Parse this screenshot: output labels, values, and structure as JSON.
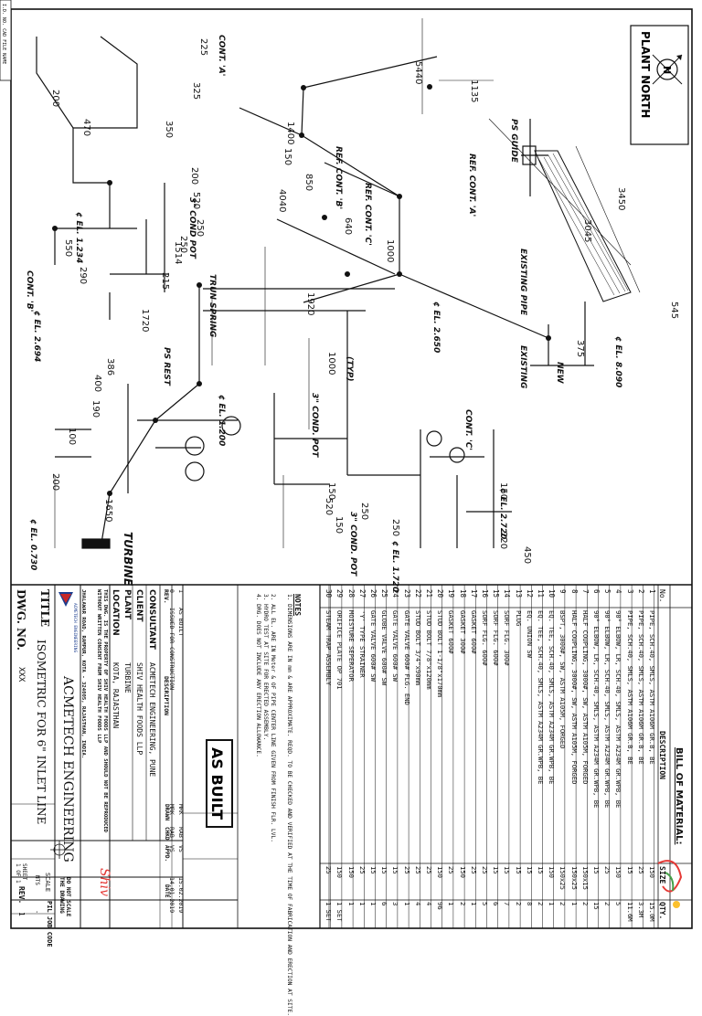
{
  "corner_label": "I.D. NO.   CAD FILE NAME",
  "north": {
    "label": "PLANT NORTH",
    "symbol": "N"
  },
  "iso_labels": {
    "cont_a_top": "CONT. 'A'",
    "cont_b": "CONT. 'B'",
    "cont_c": "CONT. 'C'",
    "ref_cont_a": "REF. CONT. 'A'",
    "ref_cont_b": "REF. CONT. 'B'",
    "ref_cont_c": "REF. CONT. 'C'",
    "ps_guide": "PS GUIDE",
    "existing_pipe": "EXISTING PIPE",
    "existing": "EXISTING",
    "new": "NEW",
    "trun_spring": "TRUN SPRING",
    "ps_rest": "PS REST",
    "turbine": "TURBINE",
    "cond_pot_1": "3\" COND. POT",
    "cond_pot_2": "3\" COND. POT",
    "cond_pot_3": "3\" COND POT",
    "el_2650": "¢ EL. 2.650",
    "el_2694": "¢ EL. 2.694",
    "el_1234": "¢ EL. 1.234",
    "el_1200": "¢ EL. 1.200",
    "el_0730": "¢ EL. 0.730",
    "el_8090": "¢ EL. 8.090",
    "el_2720": "¢ EL. 2.720",
    "el_1720": "¢ EL. 1.720",
    "typ": "(TYP)"
  },
  "dimensions": [
    "225",
    "325",
    "200",
    "470",
    "350",
    "5440",
    "1135",
    "3450",
    "3045",
    "545",
    "375",
    "1400",
    "150",
    "850",
    "4040",
    "640",
    "1000",
    "1920",
    "200",
    "520",
    "250",
    "1514",
    "550",
    "290",
    "215",
    "250",
    "1720",
    "400",
    "386",
    "190",
    "100",
    "200",
    "1000",
    "150",
    "520",
    "150",
    "250",
    "250",
    "220",
    "450",
    "150",
    "1650"
  ],
  "bom": {
    "title": "BILL OF MATERIAL:",
    "headers": {
      "no": "No.",
      "description": "DESCRIPTION",
      "size": "SIZE",
      "qty": "QTY."
    },
    "rows": [
      {
        "no": "1",
        "description": "PIPE, SCH.40, SMLS, ASTM A106M GR.B, BE",
        "size": "150",
        "qty": "15.0M"
      },
      {
        "no": "2",
        "description": "PIPE, SCH.40, SMLS, ASTM A106M GR.B, BE",
        "size": "25",
        "qty": "3.3M"
      },
      {
        "no": "3",
        "description": "PIPE, SCH.40, SMLS, ASTM A106M GR.B, BE",
        "size": "15",
        "qty": "11.6M"
      },
      {
        "no": "4",
        "description": "90° ELBOW, LR, SCH.40, SMLS, ASTM A234M GR.WPB, BE",
        "size": "150",
        "qty": "5"
      },
      {
        "no": "5",
        "description": "90° ELBOW, LR, SCH.40, SMLS, ASTM A234M GR.WPB, BE",
        "size": "25",
        "qty": "2"
      },
      {
        "no": "6",
        "description": "90° ELBOW, LR, SCH.40, SMLS, ASTM A234M GR.WPB, BE",
        "size": "15",
        "qty": "15"
      },
      {
        "no": "7",
        "description": "HALF COUPLING, 3000#, SW, ASTM A105M, FORGED",
        "size": "150x15",
        "qty": "2"
      },
      {
        "no": "8",
        "description": "HALF COUPLING, 3000#, SW, ASTM A105M, FORGED",
        "size": "150x25",
        "qty": "1"
      },
      {
        "no": "9",
        "description": "BSPT, 3000#, SW, ASTM A105M, FORGED",
        "size": "150x25",
        "qty": "2"
      },
      {
        "no": "10",
        "description": "EQ. TEE, SCH.40, SMLS, ASTM A234M GR.WPB, BE",
        "size": "150",
        "qty": "1"
      },
      {
        "no": "11",
        "description": "EQ. TEE, SCH.40, SMLS, ASTM A234M GR.WPB, BE",
        "size": "15",
        "qty": "2"
      },
      {
        "no": "12",
        "description": "EQ. UNION SW",
        "size": "15",
        "qty": "8"
      },
      {
        "no": "13",
        "description": "PLUG",
        "size": "15",
        "qty": "2"
      },
      {
        "no": "14",
        "description": "SORF FLG. 300#",
        "size": "15",
        "qty": "7"
      },
      {
        "no": "15",
        "description": "SORF FLG. 600#",
        "size": "15",
        "qty": "6"
      },
      {
        "no": "16",
        "description": "SORF FLG. 600#",
        "size": "25",
        "qty": "5"
      },
      {
        "no": "17",
        "description": "GASKET 600#",
        "size": "25",
        "qty": "1"
      },
      {
        "no": "18",
        "description": "GASKET 300#",
        "size": "150",
        "qty": "2"
      },
      {
        "no": "19",
        "description": "GASKET 600#",
        "size": "25",
        "qty": "1"
      },
      {
        "no": "20",
        "description": "STUD BOLT 1-1/8\"x170mm",
        "size": "150",
        "qty": "96"
      },
      {
        "no": "21",
        "description": "STUD BOLT 7/8\"x120mm",
        "size": "25",
        "qty": "4"
      },
      {
        "no": "22",
        "description": "STUD BOLT 3/4\"x90mm",
        "size": "25",
        "qty": "4"
      },
      {
        "no": "23",
        "description": "GATE VALVE 600# FLG. END",
        "size": "25",
        "qty": "1"
      },
      {
        "no": "24",
        "description": "GATE VALVE 600# SW",
        "size": "15",
        "qty": "3"
      },
      {
        "no": "25",
        "description": "GLOBE VALVE 600# SW",
        "size": "15",
        "qty": "6"
      },
      {
        "no": "26",
        "description": "GATE VALVE 600# SW",
        "size": "15",
        "qty": "1"
      },
      {
        "no": "27",
        "description": "'Y' TYPE STRAINER",
        "size": "25",
        "qty": "1"
      },
      {
        "no": "28",
        "description": "MOISTURE SEPERATOR",
        "size": "150",
        "qty": "1"
      },
      {
        "no": "29",
        "description": "ORIFICE PLATE OP 701",
        "size": "150",
        "qty": "1 SET"
      },
      {
        "no": "30",
        "description": "STEAM TRAP ASSEMBLY",
        "size": "25",
        "qty": "1 SET"
      }
    ]
  },
  "notes": {
    "heading": "NOTES",
    "items": [
      "1. DIMENSIONS ARE IN mm & ARE APPROXIMATE. REQD. TO BE CHECKED AND VERIFIED AT THE TIME OF FABRICATION AND ERECTION AT SITE.",
      "2. ALL EL. ARE IN Meter & OF PIPE CENTER LINE GIVEN FROM FINISH FLR. LVL.",
      "3. HYDRO TEST AT SITE FOR ERECTED ASSEMBLY.",
      "4. DRG. DOES NOT INCLUDE ANY ERECTION ALLOWANCE."
    ]
  },
  "stamp": "AS BUILT",
  "revisions": {
    "headers": {
      "rev": "REV.",
      "description": "DESCRIPTION",
      "drawn": "DRAWN",
      "chkd": "CHKD",
      "appd": "APPD.",
      "date": "DATE"
    },
    "rows": [
      {
        "rev": "1",
        "description": "AS BUILT",
        "drawn": "MRK",
        "chkd": "RAB",
        "appd": "VS",
        "date": "15.02.2019"
      },
      {
        "rev": "0",
        "description": "ISSUED FOR CONSTRUCTION",
        "drawn": "MRK",
        "chkd": "RAB",
        "appd": "VS",
        "date": "14.01.2019"
      }
    ]
  },
  "title_block": {
    "consultant_label": "CONSULTANT",
    "consultant_value": "ACMETECH ENGINEERING, PUNE",
    "client_label": "CLIENT",
    "client_value": "SHIV HEALTH FOODS LLP",
    "plant_label": "PLANT",
    "plant_value": "TURBINE",
    "location_label": "LOCATION",
    "location_value": "KOTA, RAJASTHAN",
    "property_note": "THIS DWG. IS THE PROPERTY OF SHIV HEALTH FOODS LLP AND SHOULD NOT BE REPRODUCED WITHOUT WRITTEN CONSENT FROM SHIV HEALTH FOODS LLP",
    "address": "JHALAWAR ROAD, RAMPUR, KOTA - 324005, RAJASTHAN, INDIA.",
    "logo_text": "ACMETECH ENGINEERING",
    "company": "ACMETECH ENGINEERING",
    "title_label": "TITLE",
    "title_value": "ISOMETRIC FOR 6\" INLET LINE",
    "dwg_no_label": "DWG. NO.",
    "dwg_no_value": "XXX",
    "sheet_label": "SHEET",
    "sheet_value": "1 OF 1",
    "scale_label": "SCALE",
    "scale_value": "NTS",
    "pil_job_code_label": "PIL JOB CODE",
    "pil_job_code_value": "-",
    "rev_label": "REV.",
    "rev_value": "1",
    "do_not_scale": "DO NOT SCALE THE DRAWING",
    "shiv_logo": "Shiv"
  }
}
